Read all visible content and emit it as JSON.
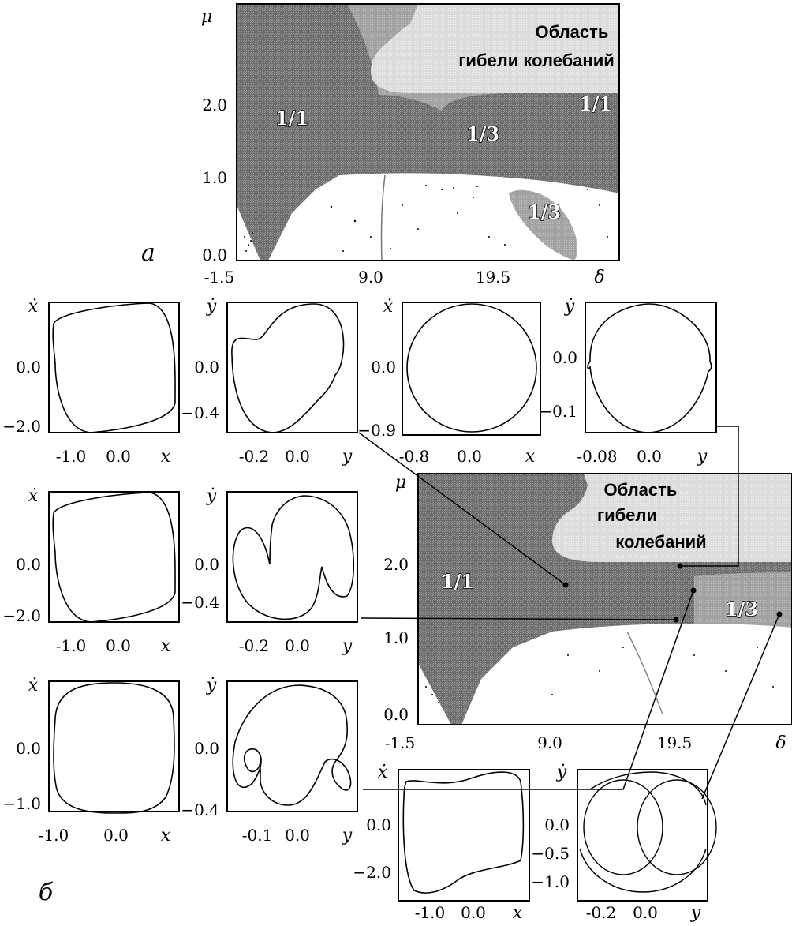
{
  "chart_data": [
    {
      "id": "a",
      "type": "regime-map",
      "panel_letter": "а",
      "x_axis_label": "δ",
      "y_axis_label": "μ",
      "x_ticks": [
        "-1.5",
        "9.0",
        "19.5"
      ],
      "y_ticks": [
        "2.0",
        "1.0",
        "0.0"
      ],
      "region_labels": {
        "death": [
          "Область",
          "гибели колебаний"
        ],
        "left": "1/1",
        "right": "1/1",
        "center": "1/3",
        "lower": "1/3"
      }
    },
    {
      "id": "b_map",
      "type": "regime-map",
      "x_axis_label": "δ",
      "y_axis_label": "μ",
      "x_ticks": [
        "-1.5",
        "9.0",
        "19.5"
      ],
      "y_ticks": [
        "2.0",
        "1.0",
        "0.0"
      ],
      "region_labels": {
        "death": [
          "Область",
          "гибели",
          "колебаний"
        ],
        "left": "1/1",
        "right": "1/3"
      }
    },
    {
      "id": "phase_portraits",
      "type": "phase-portraits",
      "panel_letter": "б",
      "plots": [
        {
          "id": "p1x",
          "x_label": "x",
          "y_label": "ẋ",
          "x_ticks": [
            "-1.0",
            "0.0"
          ],
          "y_ticks": [
            "0.0",
            "−2.0"
          ]
        },
        {
          "id": "p1y",
          "x_label": "y",
          "y_label": "ẏ",
          "x_ticks": [
            "-0.2",
            "0.0"
          ],
          "y_ticks": [
            "0.0",
            "−0.4"
          ]
        },
        {
          "id": "p2x",
          "x_label": "x",
          "y_label": "ẋ",
          "x_ticks": [
            "-0.8",
            "0.0"
          ],
          "y_ticks": [
            "0.0",
            "−0.9"
          ]
        },
        {
          "id": "p2y",
          "x_label": "y",
          "y_label": "ẏ",
          "x_ticks": [
            "-0.08",
            "0.0"
          ],
          "y_ticks": [
            "0.0",
            "−0.1"
          ]
        },
        {
          "id": "p3x",
          "x_label": "x",
          "y_label": "ẋ",
          "x_ticks": [
            "-1.0",
            "0.0"
          ],
          "y_ticks": [
            "0.0",
            "−2.0"
          ]
        },
        {
          "id": "p3y",
          "x_label": "y",
          "y_label": "ẏ",
          "x_ticks": [
            "-0.2",
            "0.0"
          ],
          "y_ticks": [
            "0.0",
            "−0.4"
          ]
        },
        {
          "id": "p4x",
          "x_label": "x",
          "y_label": "ẋ",
          "x_ticks": [
            "-1.0",
            "0.0"
          ],
          "y_ticks": [
            "0.0",
            "−1.0"
          ]
        },
        {
          "id": "p4y",
          "x_label": "y",
          "y_label": "ẏ",
          "x_ticks": [
            "-0.1",
            "0.0"
          ],
          "y_ticks": [
            "0.0",
            "−0.4"
          ]
        },
        {
          "id": "p5x",
          "x_label": "x",
          "y_label": "ẋ",
          "x_ticks": [
            "-1.0",
            "0.0"
          ],
          "y_ticks": [
            "0.0",
            "−2.0"
          ]
        },
        {
          "id": "p5y",
          "x_label": "y",
          "y_label": "ẏ",
          "x_ticks": [
            "-0.2",
            "0.0"
          ],
          "y_ticks": [
            "0.0",
            "−0.5",
            "−1.0"
          ]
        }
      ]
    }
  ]
}
